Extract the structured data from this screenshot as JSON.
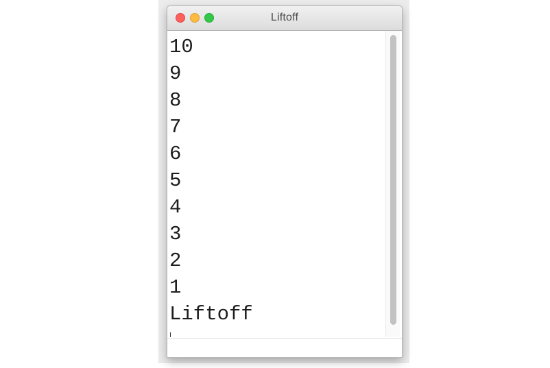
{
  "window": {
    "title": "Liftoff"
  },
  "console": {
    "lines": [
      "10",
      "9",
      "8",
      "7",
      "6",
      "5",
      "4",
      "3",
      "2",
      "1",
      "Liftoff"
    ]
  },
  "icons": {
    "close": "close-icon",
    "minimize": "minimize-icon",
    "zoom": "zoom-icon"
  },
  "colors": {
    "close": "#fc605c",
    "minimize": "#fdbc40",
    "zoom": "#34c84a",
    "scrollbar_thumb": "#c2c2c2"
  }
}
